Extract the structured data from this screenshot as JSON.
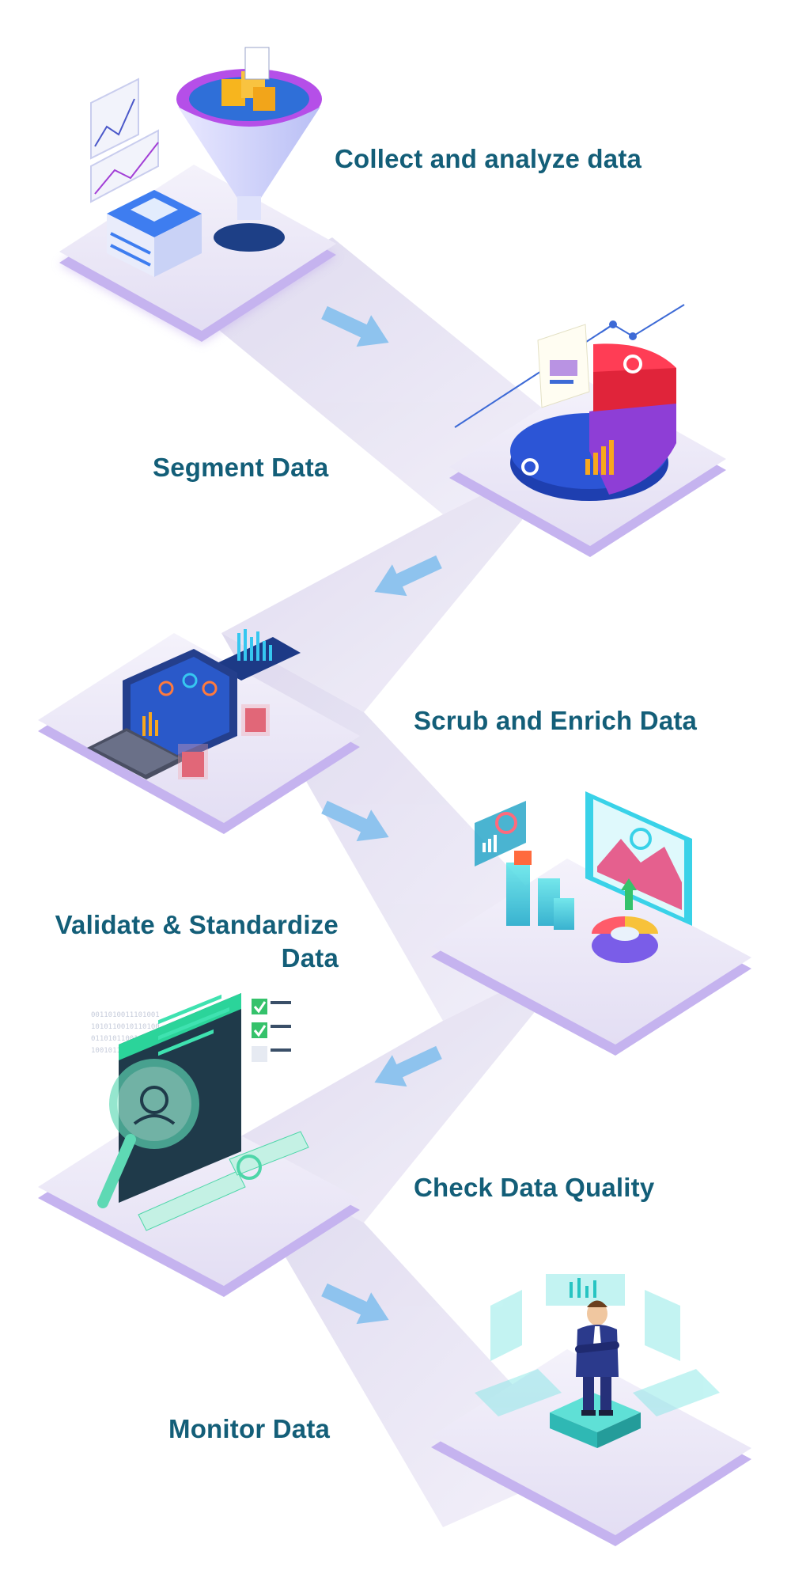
{
  "steps": [
    {
      "label": "Collect and analyze data",
      "illustration": "funnel-data-icon"
    },
    {
      "label": "Segment Data",
      "illustration": "pie-chart-segment-icon"
    },
    {
      "label": "Scrub and Enrich Data",
      "illustration": "laptop-dashboard-icon"
    },
    {
      "label_line1": "Validate & Standardize",
      "label_line2": "Data",
      "illustration": "analytics-screens-icon"
    },
    {
      "label": "Check Data Quality",
      "illustration": "magnifier-inspection-icon"
    },
    {
      "label": "Monitor Data",
      "illustration": "person-monitor-icon"
    }
  ],
  "colors": {
    "label_text": "#135e78",
    "platform_top": "#ece9f7",
    "platform_side": "#c9b8ee",
    "path": "#e4e0f0",
    "arrow": "#8ec3ee"
  }
}
